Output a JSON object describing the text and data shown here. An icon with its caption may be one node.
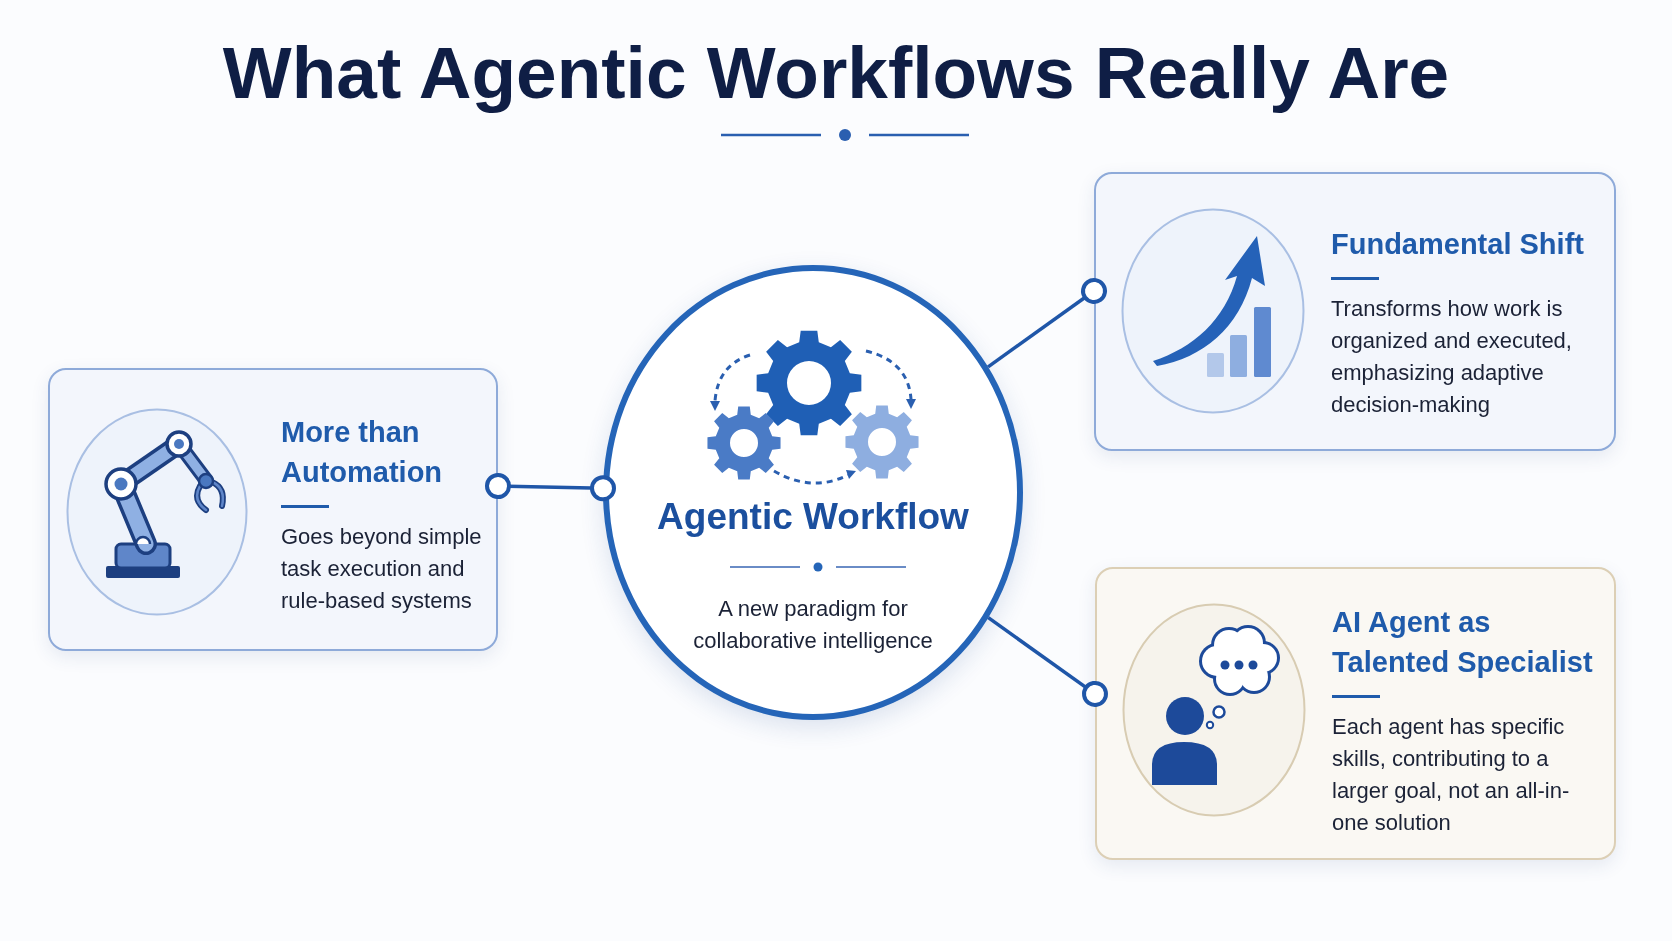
{
  "diagram": {
    "title": "What Agentic Workflows Really Are",
    "nodes": [
      {
        "text": [
          "More than Automation",
          "Goes beyond simple task execution and rule-based systems"
        ]
      },
      {
        "text": [
          "Agentic Workflow",
          "A new paradigm for collaborative intelligence"
        ]
      },
      {
        "text": [
          "Fundamental Shift",
          "Transforms how work is organized and executed, emphasizing adaptive decision-making"
        ]
      },
      {
        "text": [
          "AI Agent as Talented Specialist",
          "Each agent has specific skills, contributing to a larger goal, not an all-in-one solution"
        ]
      }
    ],
    "edges": [
      {
        "from": 0,
        "to": 1,
        "arrow": "other"
      },
      {
        "from": 1,
        "to": 2,
        "arrow": "other"
      },
      {
        "from": 1,
        "to": 3,
        "arrow": "other"
      }
    ]
  }
}
